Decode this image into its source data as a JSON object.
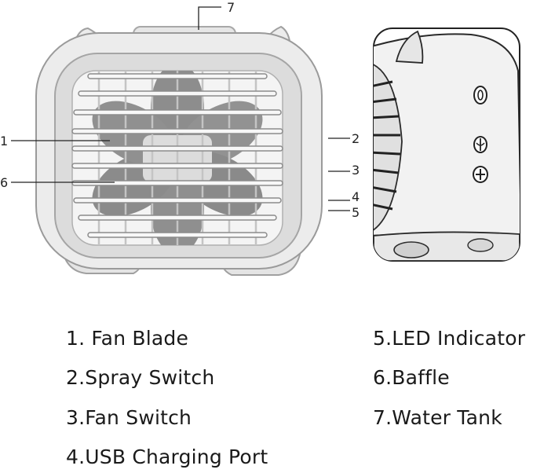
{
  "callouts": {
    "n1": "1",
    "n2": "2",
    "n3": "3",
    "n4": "4",
    "n5": "5",
    "n6": "6",
    "n7": "7"
  },
  "legend": {
    "item1": "1. Fan Blade",
    "item2": "2.Spray Switch",
    "item3": "3.Fan Switch",
    "item4": "4.USB Charging Port",
    "item5": "5.LED Indicator",
    "item6": "6.Baffle",
    "item7": "7.Water Tank"
  },
  "colors": {
    "body_fill": "#ececec",
    "inner_ring": "#dedede",
    "blade_fill": "#8a8a8a",
    "outline": "#9a9a9a",
    "side_outline": "#222222"
  }
}
